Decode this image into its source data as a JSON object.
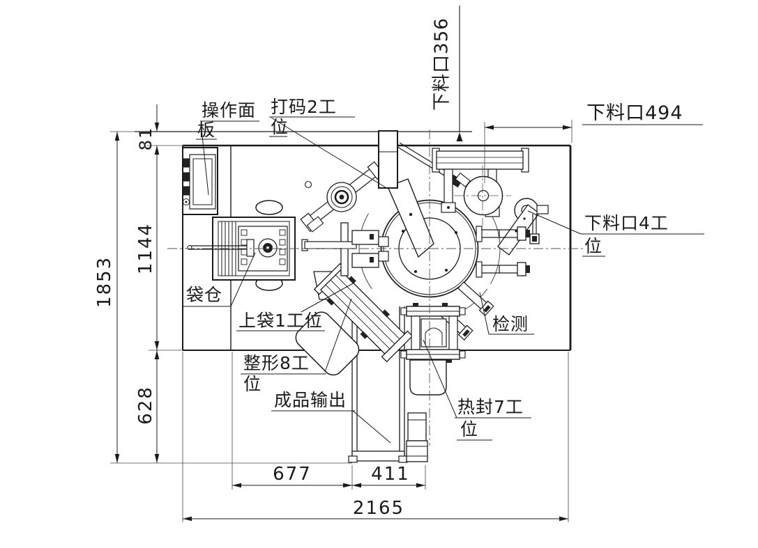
{
  "drawing_type": "machine top-view engineering drawing (rotary bag packaging machine)",
  "labels": {
    "operation_panel_1": "操作面",
    "operation_panel_2": "板",
    "coding_station_1": "打码2工",
    "coding_station_2": "位",
    "discharge_356": "下料口356",
    "discharge_494": "下料口494",
    "discharge_4_1": "下料口4工",
    "discharge_4_2": "位",
    "bag_magazine": "袋仓",
    "bag_loading": "上袋1工位",
    "detection": "检测",
    "shaping_1": "整形8工",
    "shaping_2": "位",
    "product_output": "成品输出",
    "heat_seal_1": "热封7工",
    "heat_seal_2": "位"
  },
  "dimensions": {
    "rear_offset": "81",
    "left_upper": "1144",
    "left_total": "1853",
    "left_lower": "628",
    "bottom_left": "677",
    "bottom_mid": "411",
    "bottom_total": "2165"
  },
  "colors": {
    "line": "#1a1a1a",
    "thin_line": "#444444",
    "background": "#ffffff"
  }
}
